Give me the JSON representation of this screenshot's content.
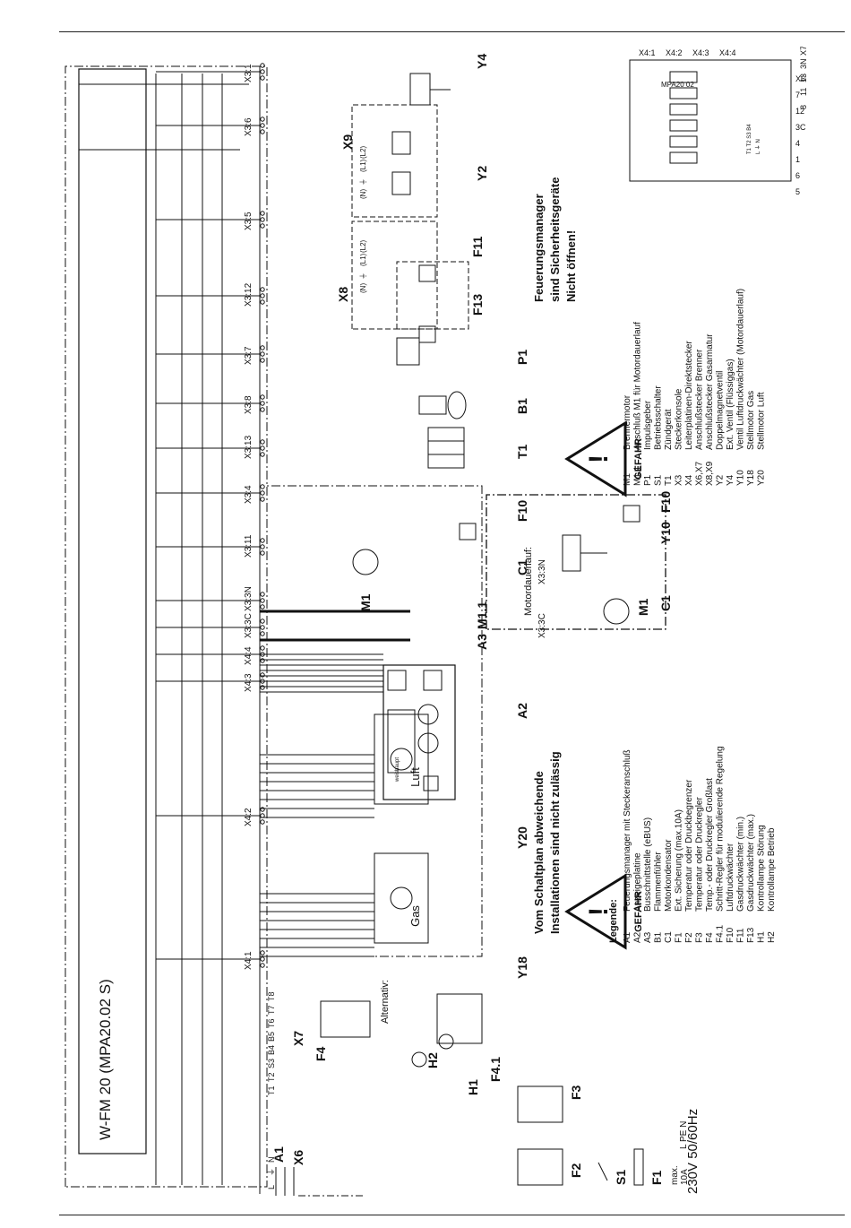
{
  "main_title": "W-FM 20 (MPA20.02 S)",
  "top_labels": {
    "A1": "A1",
    "X6": "X6",
    "X7": "X7",
    "F4": "F4",
    "F4_1": "F4.1",
    "H1": "H1",
    "H2": "H2",
    "F3": "F3",
    "F2": "F2",
    "S1": "S1",
    "F1": "F1",
    "Y18": "Y18",
    "Y20": "Y20",
    "A2": "A2",
    "A3": "A3",
    "M1_1": "M1.1",
    "M1": "M1",
    "C1": "C1",
    "F10": "F10",
    "T1": "T1",
    "B1": "B1",
    "P1": "P1",
    "F13": "F13",
    "X8": "X8",
    "F11": "F11",
    "X9": "X9",
    "Y2": "Y2",
    "Y4": "Y4"
  },
  "alternativ": "Alternativ:",
  "gas": "Gas",
  "luft": "Luft",
  "brand": "weishaupt",
  "warning_1": [
    "Vom Schaltplan abweichende",
    "Installationen sind nicht zulässig"
  ],
  "warning_2": [
    "Feuerungsmanager",
    "sind Sicherheitsgeräte",
    "Nicht öffnen!"
  ],
  "gefahr": "GEFAHR",
  "motordauerlauf": "Motordauerlauf:",
  "inset_labels": {
    "M1": "M1",
    "C1": "C1",
    "Y10": "Y10",
    "F10": "F10",
    "X3_3C": "X3:3C",
    "X3_3N": "X3:3N"
  },
  "mains": {
    "lpen": "L PE N",
    "voltage": "230V 50/60Hz",
    "fuse": "max.\n10A"
  },
  "terminals": {
    "X6": [
      "L",
      "⏚",
      "N"
    ],
    "X7": [
      "T1",
      "T2",
      "S3",
      "B4",
      "B5",
      "T6",
      "T7",
      "T8"
    ],
    "connectors": [
      "X4:1",
      "X4:2",
      "X4:3",
      "X4:4",
      "X3:3C",
      "X3:3N",
      "X3:11",
      "X3:4",
      "X3:13",
      "X3:8",
      "X3:7",
      "X3:12",
      "X3:5",
      "X3:6",
      "X3:1"
    ],
    "pins_X8_X9": [
      "(N)",
      "⏚",
      "(L1)",
      "(L2)"
    ]
  },
  "legend_title": "Legende:",
  "legend_left": [
    [
      "A1",
      "Feuerungsmanager mit Steckeranschluß"
    ],
    [
      "A2",
      "Anzeigeplatine"
    ],
    [
      "A3",
      "Busschnittstelle (eBUS)"
    ],
    [
      "B1",
      "Flammenfühler"
    ],
    [
      "C1",
      "Motorkondensator"
    ],
    [
      "F1",
      "Ext. Sicherung (max.10A)"
    ],
    [
      "F2",
      "Temperatur oder Druckbegrenzer"
    ],
    [
      "F3",
      "Temperatur oder Druckregler"
    ],
    [
      "F4",
      "Temp.- oder Druckregler Großlast"
    ],
    [
      "F4.1",
      "Schritt-Regler für modulierende Regelung"
    ],
    [
      "F10",
      "Luftdruckwächter"
    ],
    [
      "F11",
      "Gasdruckwächter (min.)"
    ],
    [
      "F13",
      "Gasdruckwächter (max.)"
    ],
    [
      "H1",
      "Kontrollampe Störung"
    ],
    [
      "H2",
      "Kontrollampe Betrieb"
    ]
  ],
  "legend_right": [
    [
      "M1",
      "Brennermotor"
    ],
    [
      "M1.1",
      "Anschluß M1 für Motordauerlauf"
    ],
    [
      "P1",
      "Impulsgeber"
    ],
    [
      "S1",
      "Betriebsschalter"
    ],
    [
      "T1",
      "Zündgerät"
    ],
    [
      "X3",
      "Steckerkonsole"
    ],
    [
      "X4",
      "Leiterplatinen-Direktstecker"
    ],
    [
      "X6,X7",
      "Anschlußstecker Brenner"
    ],
    [
      "X8,X9",
      "Anschlußstecker Gasarmatur"
    ],
    [
      "Y2",
      "Doppelmagnetventil"
    ],
    [
      "Y4",
      "Ext. Ventil (Flüssiggas)"
    ],
    [
      "Y10",
      "Ventil Luftdruckwächter (Motordauerlauf)"
    ],
    [
      "Y18",
      "Stellmotor Gas"
    ],
    [
      "Y20",
      "Stellmotor Luft"
    ]
  ],
  "board": {
    "top_labels": [
      "X4:1",
      "X4:2",
      "X4:3",
      "X4:4"
    ],
    "name": "MPA20 02",
    "right_nums": [
      "8",
      "11",
      "13",
      "3N",
      "X7"
    ],
    "bottom_nums": [
      "5",
      "6",
      "1",
      "4",
      "3C",
      "12",
      "7",
      "X6"
    ],
    "x7_pins": "T1 T2 S3 B4",
    "x6_pins": "L ⏚ N"
  }
}
